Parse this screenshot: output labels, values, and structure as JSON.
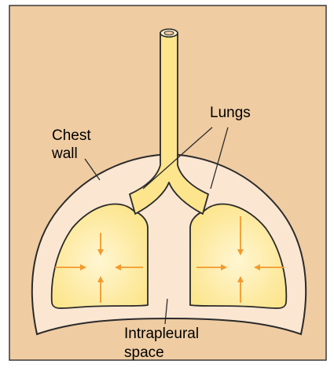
{
  "labels": {
    "lungs": "Lungs",
    "chest_wall_line1": "Chest",
    "chest_wall_line2": "wall",
    "intrapleural_line1": "Intrapleural",
    "intrapleural_line2": "space"
  },
  "colors": {
    "background": "#EFCCA2",
    "frame": "#3A3A3A",
    "chest_cavity": "#FBE6D2",
    "lung_fill": "#FCE58C",
    "lung_center": "#FFF6D2",
    "trachea": "#FCE58C",
    "arrow": "#F39A2C",
    "outline": "#2A2A2A"
  },
  "icons": {
    "arrow_up": "arrow-up-icon",
    "arrow_down": "arrow-down-icon",
    "arrow_left": "arrow-left-icon",
    "arrow_right": "arrow-right-icon"
  }
}
